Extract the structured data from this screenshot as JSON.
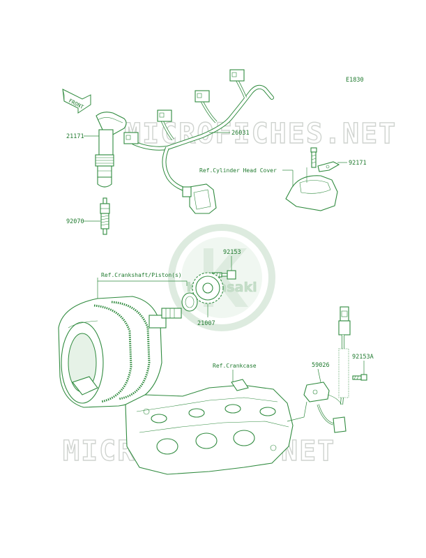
{
  "figure_code": "E1830",
  "front_marker": "FRONT",
  "watermark": "MICROFICHES.NET",
  "logo_text": "Kawasaki",
  "colors": {
    "line": "#2f8a3e",
    "text": "#1f7a2e",
    "watermark": "#cfd3cf",
    "logo": "#d8e8da"
  },
  "parts": [
    {
      "number": "21171"
    },
    {
      "number": "26031"
    },
    {
      "number": "92171"
    },
    {
      "number": "92070"
    },
    {
      "number": "92153"
    },
    {
      "number": "21007"
    },
    {
      "number": "59026"
    },
    {
      "number": "92153A"
    }
  ],
  "references": [
    {
      "label": "Ref.Cylinder Head Cover"
    },
    {
      "label": "Ref.Crankshaft/Piston(s)"
    },
    {
      "label": "Ref.Crankcase"
    }
  ]
}
